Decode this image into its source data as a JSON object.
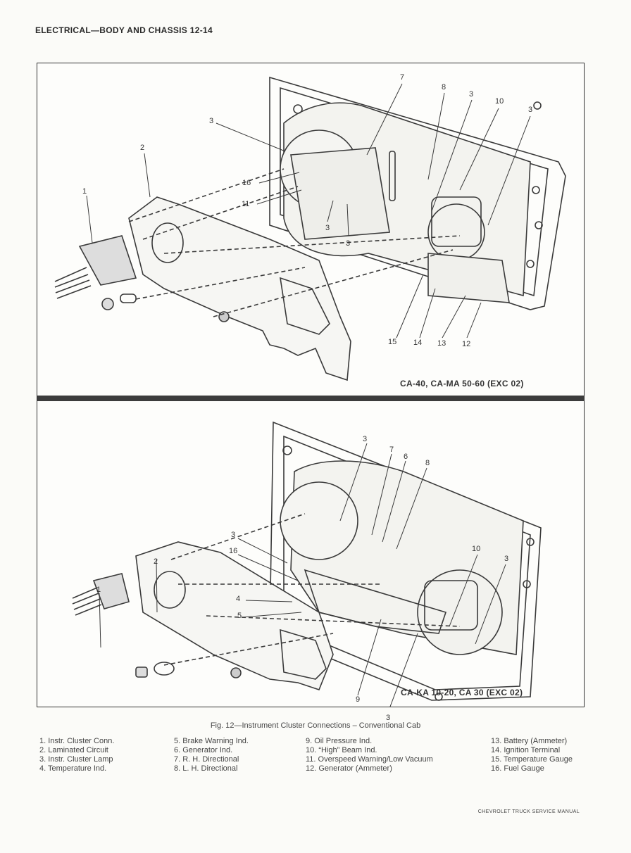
{
  "page": {
    "header": "ELECTRICAL—BODY AND CHASSIS 12-14",
    "footer": "CHEVROLET TRUCK SERVICE MANUAL"
  },
  "figure": {
    "top_panel": {
      "label": "CA-40, CA-MA 50-60 (EXC 02)",
      "callouts": [
        "7",
        "8",
        "3",
        "10",
        "3",
        "3",
        "2",
        "16",
        "11",
        "1",
        "3",
        "3",
        "15",
        "14",
        "13",
        "12"
      ]
    },
    "bottom_panel": {
      "label": "CA-KA 10-20, CA 30 (EXC 02)",
      "callouts": [
        "3",
        "7",
        "6",
        "8",
        "3",
        "16",
        "2",
        "10",
        "3",
        "4",
        "1",
        "5",
        "9",
        "3"
      ]
    },
    "caption": "Fig. 12—Instrument Cluster Connections – Conventional Cab"
  },
  "legend": {
    "col1": [
      "1. Instr. Cluster Conn.",
      "2. Laminated Circuit",
      "3. Instr. Cluster Lamp",
      "4. Temperature Ind."
    ],
    "col2": [
      "5. Brake Warning Ind.",
      "6. Generator Ind.",
      "7. R. H. Directional",
      "8. L. H. Directional"
    ],
    "col3": [
      "9. Oil Pressure Ind.",
      "10. “High” Beam Ind.",
      "11. Overspeed Warning/Low Vacuum",
      "12. Generator (Ammeter)"
    ],
    "col4": [
      "13. Battery (Ammeter)",
      "14. Ignition Terminal",
      "15. Temperature Gauge",
      "16. Fuel Gauge"
    ]
  }
}
